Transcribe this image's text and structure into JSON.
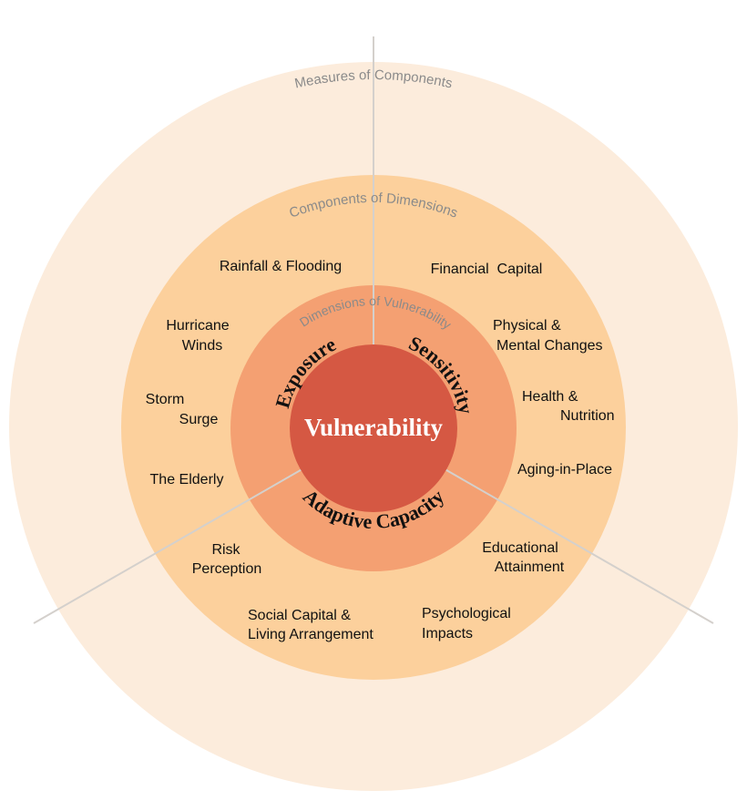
{
  "colors": {
    "outer_ring": "#fcecdc",
    "middle_ring": "#fcd09c",
    "inner_ring": "#f4a072",
    "core": "#d55843",
    "divider": "#d4d0cc"
  },
  "rings": {
    "measures_title": "Measures of Components",
    "components_title": "Components of Dimensions",
    "dimensions_title": "Dimensions of Vulnerability"
  },
  "core_label": "Vulnerability",
  "dimensions": {
    "exposure": "Exposure",
    "sensitivity": "Sensitivity",
    "adaptive": "Adaptive Capacity"
  },
  "components": {
    "rainfall": [
      "Rainfall & Flooding"
    ],
    "hurricane": [
      "Hurricane",
      "Winds"
    ],
    "storm": [
      "Storm",
      "Surge"
    ],
    "elderly": [
      "The Elderly"
    ],
    "financial": [
      "Financial  Capital"
    ],
    "physical": [
      "Physical &",
      "Mental Changes"
    ],
    "health": [
      "Health &",
      "Nutrition"
    ],
    "aging": [
      "Aging-in-Place"
    ],
    "education": [
      "Educational",
      "Attainment"
    ],
    "psych": [
      "Psychological",
      "Impacts"
    ],
    "social": [
      "Social Capital &",
      "Living Arrangement"
    ],
    "risk": [
      "Risk",
      "Perception"
    ]
  }
}
